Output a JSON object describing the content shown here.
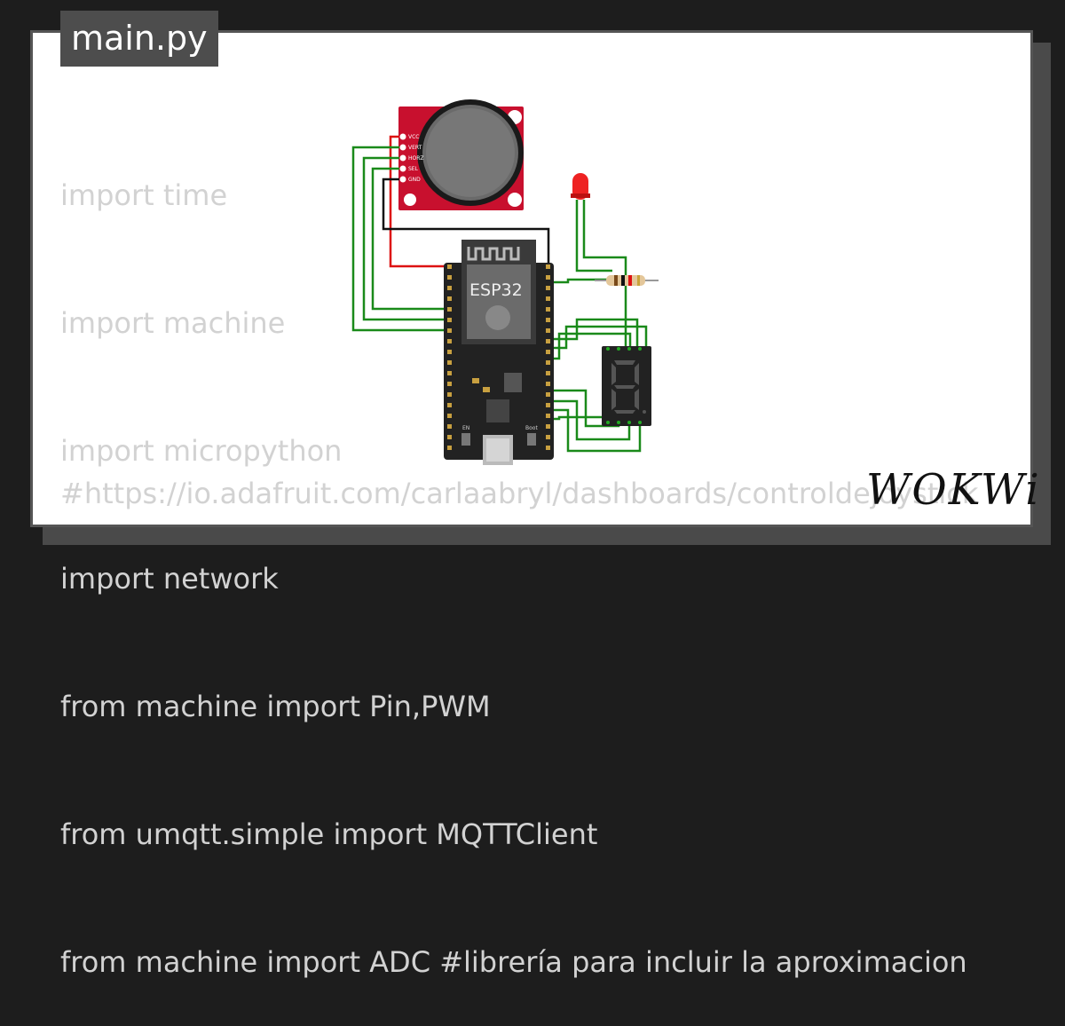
{
  "tab": {
    "title": "main.py"
  },
  "code_lines": [
    "import time",
    "import machine",
    "import micropython",
    "import network",
    "from machine import Pin,PWM",
    "from umqtt.simple import MQTTClient",
    "from machine import ADC #librería para incluir la aproximacion"
  ],
  "comment_url": "#https://io.adafruit.com/carlaabryl/dashboards/controldejoystick",
  "board": {
    "label": "ESP32",
    "en_label": "EN",
    "boot_label": "Boot",
    "joystick_pins": [
      "VCC",
      "VERT",
      "HORZ",
      "SEL",
      "GND"
    ]
  },
  "logo": {
    "text": "WOKWi"
  },
  "colors": {
    "wire_green": "#1a8a1a",
    "wire_red": "#d11",
    "wire_black": "#111",
    "joystick_board": "#c8102e",
    "board_black": "#222"
  }
}
